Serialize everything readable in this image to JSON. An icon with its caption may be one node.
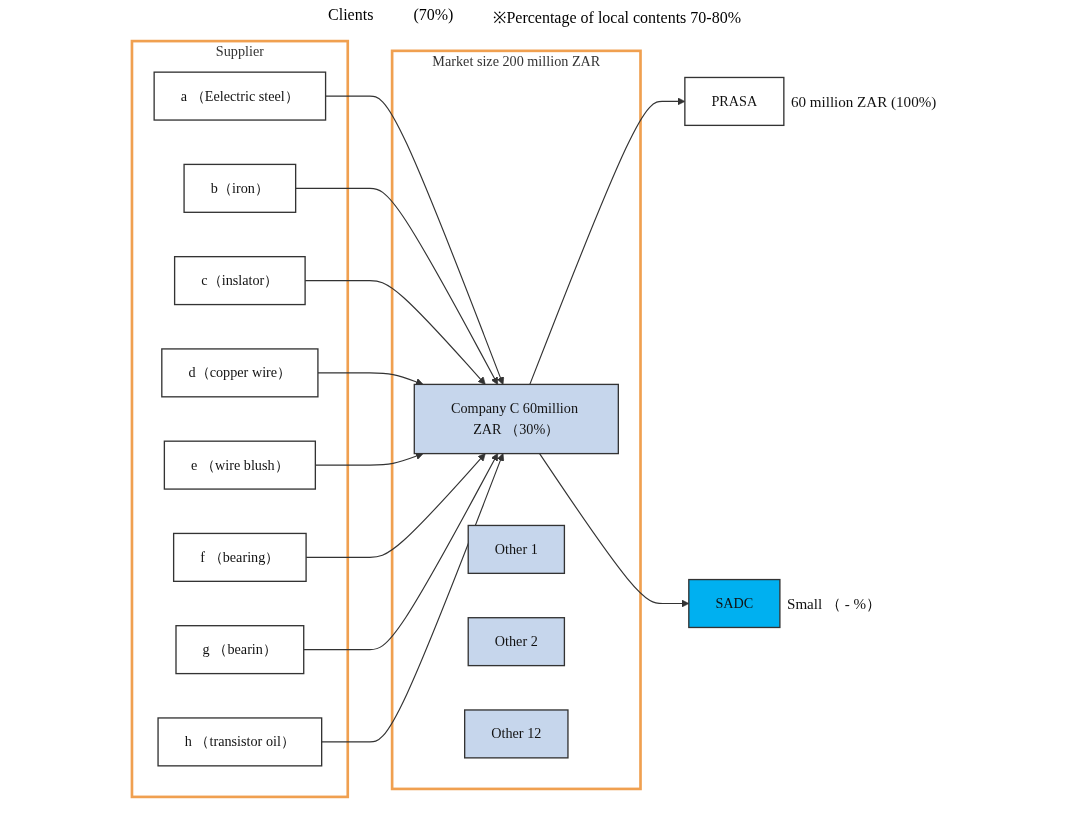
{
  "diagram": {
    "nodes": [
      {
        "text": [
          "Supplier"
        ]
      },
      {
        "text": [
          "a （Eelectric steel）"
        ],
        "in": 0
      },
      {
        "text": [
          "b（iron）"
        ],
        "in": 0
      },
      {
        "text": [
          "c（inslator）"
        ],
        "in": 0
      },
      {
        "text": [
          "d（copper wire）"
        ],
        "in": 0
      },
      {
        "text": [
          "e （wire blush）"
        ],
        "in": 0
      },
      {
        "text": [
          "f （bearing）"
        ],
        "in": 0
      },
      {
        "text": [
          "g （bearin）"
        ],
        "in": 0
      },
      {
        "text": [
          "h （transistor oil）"
        ],
        "in": 0
      },
      {
        "text": [
          "Market size 200 million ZAR"
        ]
      },
      {
        "text": [
          "Company C 60million ZAR （30%）"
        ],
        "in": 9
      },
      {
        "text": [
          "Other 1"
        ],
        "in": 9
      },
      {
        "text": [
          "Other 2"
        ],
        "in": 9
      },
      {
        "text": [
          "Other 12"
        ],
        "in": 9
      },
      {
        "text": [
          "PRASA"
        ],
        "beside": [
          "60 million ZAR (100%)"
        ]
      },
      {
        "text": [
          "SADC"
        ],
        "beside": [
          "Small （ - %）"
        ]
      }
    ],
    "edges": [
      {
        "from": 1,
        "to": 10,
        "arrow": "to"
      },
      {
        "from": 2,
        "to": 10,
        "arrow": "to"
      },
      {
        "from": 3,
        "to": 10,
        "arrow": "to"
      },
      {
        "from": 4,
        "to": 10,
        "arrow": "to"
      },
      {
        "from": 5,
        "to": 10,
        "arrow": "to"
      },
      {
        "from": 6,
        "to": 10,
        "arrow": "to"
      },
      {
        "from": 7,
        "to": 10,
        "arrow": "to"
      },
      {
        "from": 8,
        "to": 10,
        "arrow": "to"
      },
      {
        "from": 10,
        "to": 14,
        "arrow": "to"
      },
      {
        "from": 10,
        "to": 15,
        "arrow": "to"
      }
    ],
    "labels": [
      "Clients",
      "(70%)",
      "※Percentage of local contents 70-80%"
    ]
  }
}
